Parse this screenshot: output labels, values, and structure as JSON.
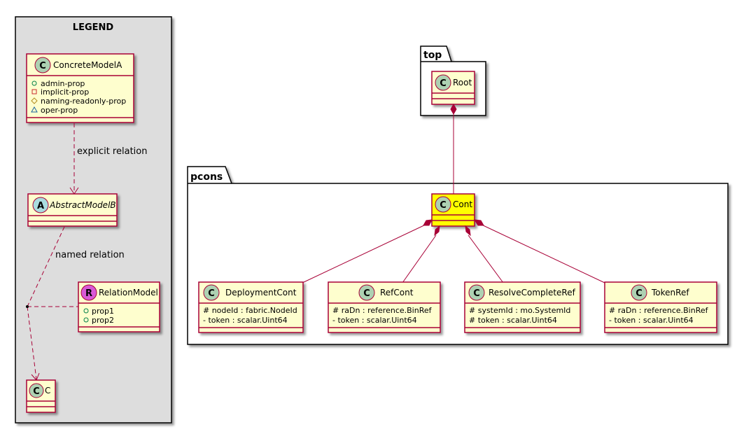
{
  "legend": {
    "title": "LEGEND",
    "concrete": {
      "name": "ConcreteModelA",
      "stereotype": "C",
      "attrs": [
        {
          "vis": "+",
          "text": "admin-prop"
        },
        {
          "vis": "-",
          "text": "implicit-prop"
        },
        {
          "vis": "#",
          "text": "naming-readonly-prop"
        },
        {
          "vis": "~",
          "text": "oper-prop"
        }
      ]
    },
    "abstract": {
      "name": "AbstractModelB",
      "stereotype": "A"
    },
    "relation_model": {
      "name": "RelationModel",
      "stereotype": "R",
      "attrs": [
        {
          "vis": "+",
          "text": "prop1"
        },
        {
          "vis": "+",
          "text": "prop2"
        }
      ]
    },
    "c_class": {
      "name": "C",
      "stereotype": "C"
    },
    "explicit_label": "explicit relation",
    "named_label": "named relation"
  },
  "packages": {
    "top": {
      "name": "top"
    },
    "pcons": {
      "name": "pcons"
    }
  },
  "classes": {
    "root": {
      "name": "Root",
      "stereotype": "C"
    },
    "cont": {
      "name": "Cont",
      "stereotype": "C"
    },
    "deployment": {
      "name": "DeploymentCont",
      "stereotype": "C",
      "attrs": [
        "# nodeId : fabric.NodeId",
        "- token : scalar.Uint64"
      ]
    },
    "refcont": {
      "name": "RefCont",
      "stereotype": "C",
      "attrs": [
        "# raDn : reference.BinRef",
        "- token : scalar.Uint64"
      ]
    },
    "resolve": {
      "name": "ResolveCompleteRef",
      "stereotype": "C",
      "attrs": [
        "# systemId : mo.SystemId",
        "# token : scalar.Uint64"
      ]
    },
    "tokenref": {
      "name": "TokenRef",
      "stereotype": "C",
      "attrs": [
        "# raDn : reference.BinRef",
        "- token : scalar.Uint64"
      ]
    }
  },
  "colors": {
    "class_fill": "#FEFECE",
    "class_border": "#A80036",
    "highlight_fill": "#FFFF00",
    "legend_bg": "#DDDDDD",
    "circle_c": "#ADD1B2",
    "circle_a": "#A9DCDF",
    "circle_r": "#D859D6",
    "arrow": "#A80036"
  }
}
